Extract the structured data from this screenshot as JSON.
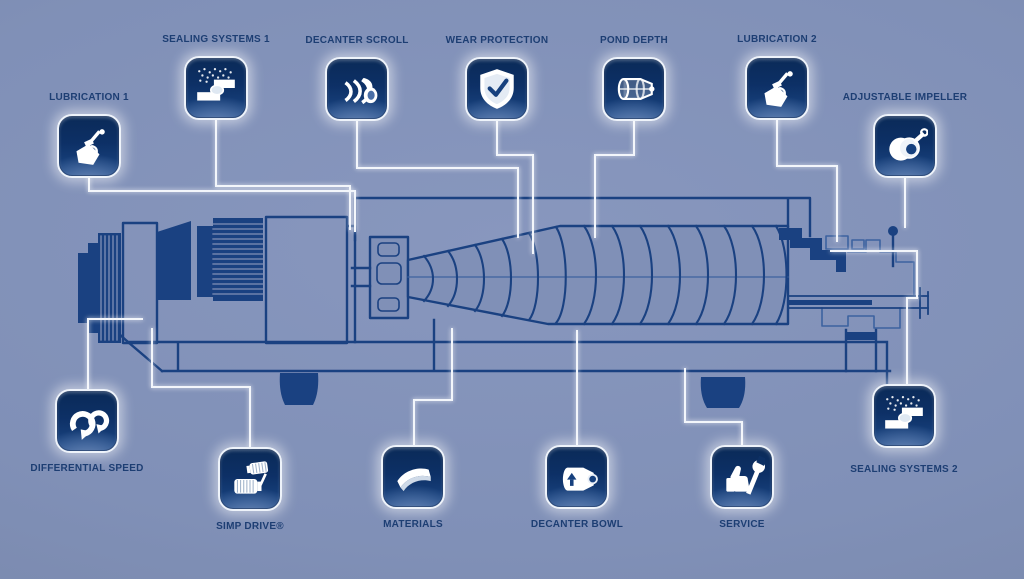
{
  "diagram": {
    "name": "decanter-centrifuge-feature-map",
    "machine": "decanter-centrifuge-cutaway-drawing"
  },
  "palette": {
    "background": "#8090b7",
    "tile_dark": "#0a2a58",
    "tile_mid": "#1c4886",
    "tile_border": "#eef3fa",
    "connector_line": "#f3f6fb",
    "drawing_line": "#1a4181",
    "label_text": "#1d3e73"
  },
  "features": [
    {
      "id": "lubrication-1",
      "label": "LUBRICATION 1",
      "icon": "oil-can"
    },
    {
      "id": "sealing-systems-1",
      "label": "SEALING SYSTEMS 1",
      "icon": "seal"
    },
    {
      "id": "decanter-scroll",
      "label": "DECANTER SCROLL",
      "icon": "auger"
    },
    {
      "id": "wear-protection",
      "label": "WEAR PROTECTION",
      "icon": "shield-check"
    },
    {
      "id": "pond-depth",
      "label": "POND DEPTH",
      "icon": "bowl-drum"
    },
    {
      "id": "lubrication-2",
      "label": "LUBRICATION 2",
      "icon": "oil-can"
    },
    {
      "id": "adjustable-impeller",
      "label": "ADJUSTABLE IMPELLER",
      "icon": "impeller"
    },
    {
      "id": "differential-speed",
      "label": "DIFFERENTIAL SPEED",
      "icon": "rotation-arrows"
    },
    {
      "id": "simp-drive",
      "label": "SIMP DRIVE®",
      "icon": "motors"
    },
    {
      "id": "materials",
      "label": "MATERIALS",
      "icon": "sheet"
    },
    {
      "id": "decanter-bowl",
      "label": "DECANTER BOWL",
      "icon": "bowl-arrow"
    },
    {
      "id": "service",
      "label": "SERVICE",
      "icon": "thumb-wrench"
    },
    {
      "id": "sealing-systems-2",
      "label": "SEALING SYSTEMS 2",
      "icon": "seal"
    }
  ]
}
